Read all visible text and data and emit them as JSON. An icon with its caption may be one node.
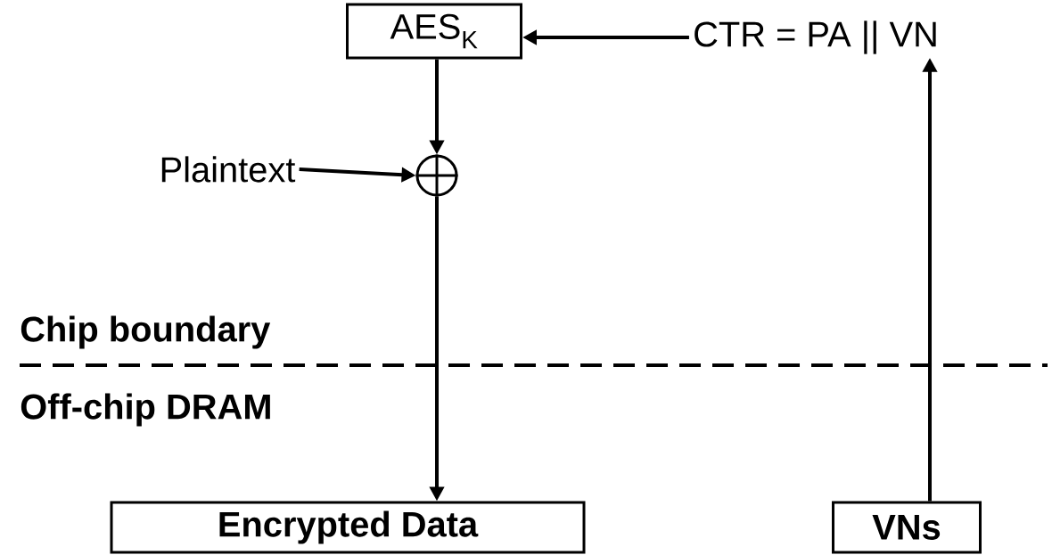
{
  "diagram": {
    "nodes": [
      {
        "text": [
          "AES$_{K}$"
        ]
      },
      {
        "text": [
          "CTR = PA || VN"
        ]
      },
      {
        "text": [],
        "shape": "circle"
      },
      {
        "text": [
          "Plaintext"
        ]
      },
      {
        "text": [
          "Encrypted Data"
        ]
      },
      {
        "text": [
          "VNs"
        ]
      }
    ],
    "edges": [
      {
        "from": 1,
        "to": 0,
        "arrow": "to"
      },
      {
        "from": 0,
        "to": 2,
        "arrow": "to"
      },
      {
        "from": 3,
        "to": 2,
        "arrow": "to"
      },
      {
        "from": 2,
        "to": 4,
        "arrow": "to"
      },
      {
        "from": 5,
        "to": 1,
        "arrow": "to"
      }
    ],
    "labels": [
      "Chip boundary",
      "Off-chip DRAM"
    ]
  }
}
